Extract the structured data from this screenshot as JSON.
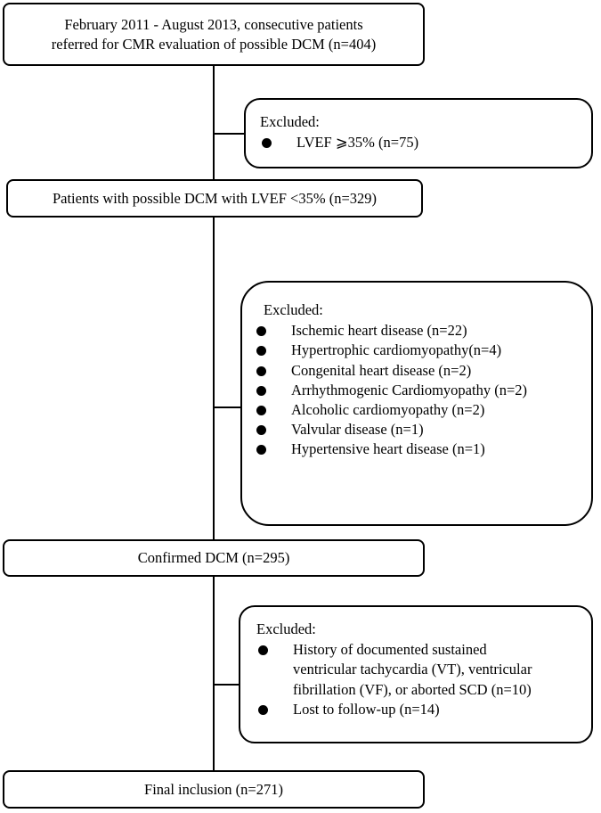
{
  "boxes": {
    "start": "February 2011 - August 2013, consecutive patients\nreferred for CMR evaluation of possible DCM (n=404)",
    "possible_dcm": "Patients with possible DCM with LVEF <35% (n=329)",
    "confirmed_dcm": "Confirmed DCM (n=295)",
    "final": "Final inclusion (n=271)"
  },
  "exclusions": {
    "first": {
      "title": "Excluded:",
      "items": [
        "LVEF ⩾35% (n=75)"
      ]
    },
    "second": {
      "title": "Excluded:",
      "items": [
        "Ischemic heart disease (n=22)",
        "Hypertrophic cardiomyopathy(n=4)",
        "Congenital heart disease (n=2)",
        "Arrhythmogenic Cardiomyopathy (n=2)",
        "Alcoholic cardiomyopathy (n=2)",
        "Valvular disease (n=1)",
        "Hypertensive heart disease (n=1)"
      ]
    },
    "third": {
      "title": "Excluded:",
      "items": [
        "History of documented sustained ventricular tachycardia (VT), ventricular fibrillation (VF), or aborted SCD (n=10)",
        "Lost to follow-up (n=14)"
      ]
    }
  }
}
